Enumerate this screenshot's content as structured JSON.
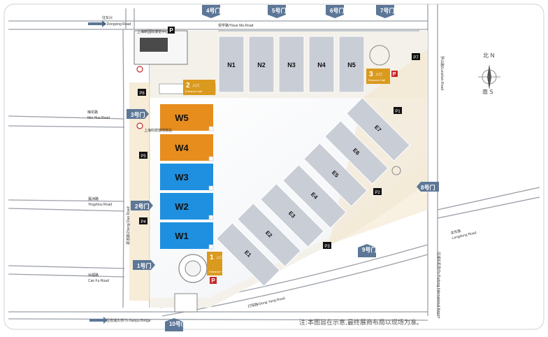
{
  "halls": {
    "north": [
      "N1",
      "N2",
      "N3",
      "N4",
      "N5"
    ],
    "west": [
      "W5",
      "W4",
      "W3",
      "W2",
      "W1"
    ],
    "east": [
      "E7",
      "E6",
      "E5",
      "E4",
      "E3",
      "E2",
      "E1"
    ]
  },
  "gates": [
    {
      "num": "1",
      "label": "入口",
      "en": "Entrance Hall"
    },
    {
      "num": "2",
      "label": "入口",
      "en": "Entrance Hall"
    },
    {
      "num": "3",
      "label": "入口",
      "en": "Entrance Hall"
    }
  ],
  "gate_doors": [
    "1号门",
    "2号门",
    "3号门",
    "4号门",
    "5号门",
    "6号门",
    "7号门",
    "8号门",
    "9号门",
    "10号门"
  ],
  "parking": [
    "P1",
    "P2",
    "P3",
    "P4",
    "P5",
    "P6",
    "P7"
  ],
  "roads": {
    "dongxing": [
      "往东兴",
      "To Dongxing Road"
    ],
    "yixue": "悦学路/Yixue Ma Road",
    "meihua": [
      "梅花路",
      "Mei Hua Road"
    ],
    "yingzhou": [
      "瀛洲路",
      "Yingzhou Road"
    ],
    "zhendao": "振道路/Zheng Dao Road",
    "canfu": [
      "灿福路",
      "Can Fu Road"
    ],
    "nanpu": "往南浦大桥/To Nanpu Bridge",
    "dengyang": "灯阳路/Deng Yang Road",
    "longdong": [
      "龙东路",
      "Longdong Road"
    ],
    "airport": "往浦东机场/To Pudong International Airport",
    "east_road": "罗山路/Luoshan Road",
    "metro1": "上海新国际博览中心站",
    "metro2": "上海科技馆地铁站"
  },
  "compass": {
    "n_cn": "北",
    "n_en": "N",
    "s_cn": "南",
    "s_en": "S"
  },
  "note": "注:本图旨在示意,最终展商布局以现场为准。",
  "colors": {
    "west_orange": "#E68D1E",
    "west_blue": "#1E90DF",
    "hall_gray": "#C9CDD6",
    "gate_gold": "#DA9A1E",
    "arrow_blue": "#5C7797"
  }
}
